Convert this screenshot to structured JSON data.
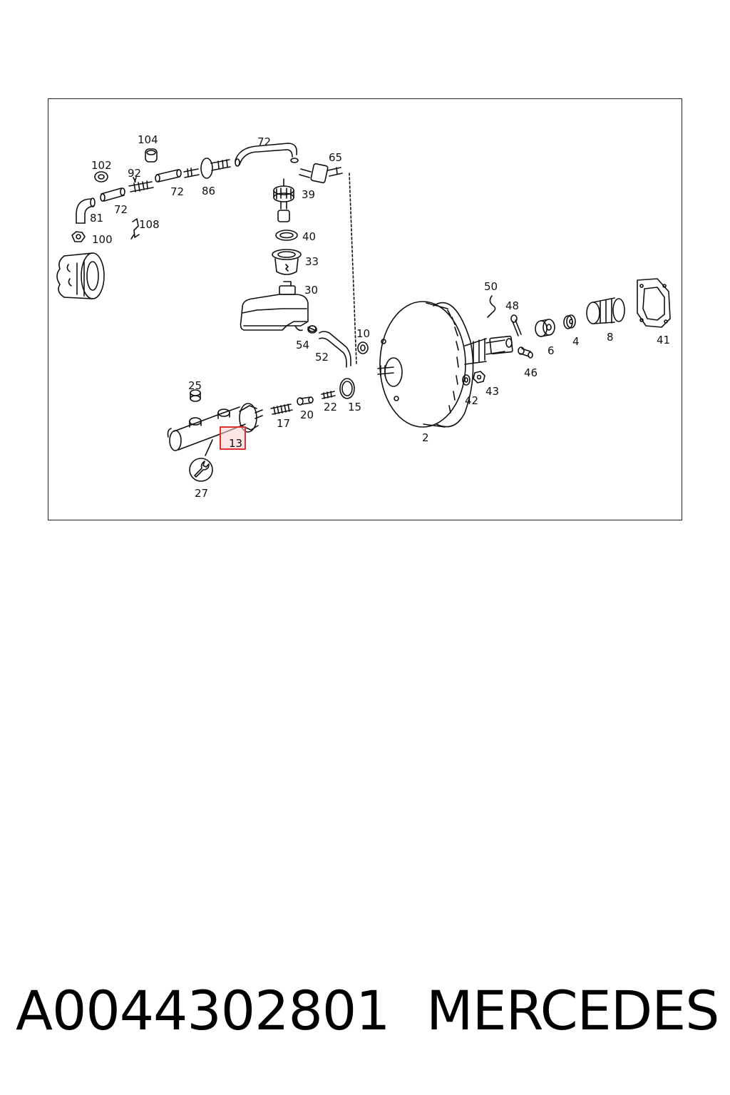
{
  "diagram": {
    "part_labels": [
      "104",
      "102",
      "92",
      "72",
      "65",
      "39",
      "81",
      "72",
      "72",
      "86",
      "108",
      "100",
      "40",
      "33",
      "30",
      "50",
      "48",
      "10",
      "54",
      "52",
      "6",
      "4",
      "8",
      "41",
      "46",
      "25",
      "15",
      "22",
      "20",
      "42",
      "43",
      "17",
      "13",
      "2",
      "27"
    ],
    "highlighted_label": "13",
    "colors": {
      "line": "#111111",
      "highlight": "#e03030",
      "highlight_fill": "#f8d0d0"
    }
  },
  "caption": {
    "part_number": "A0044302801",
    "brand": "MERCEDES"
  }
}
